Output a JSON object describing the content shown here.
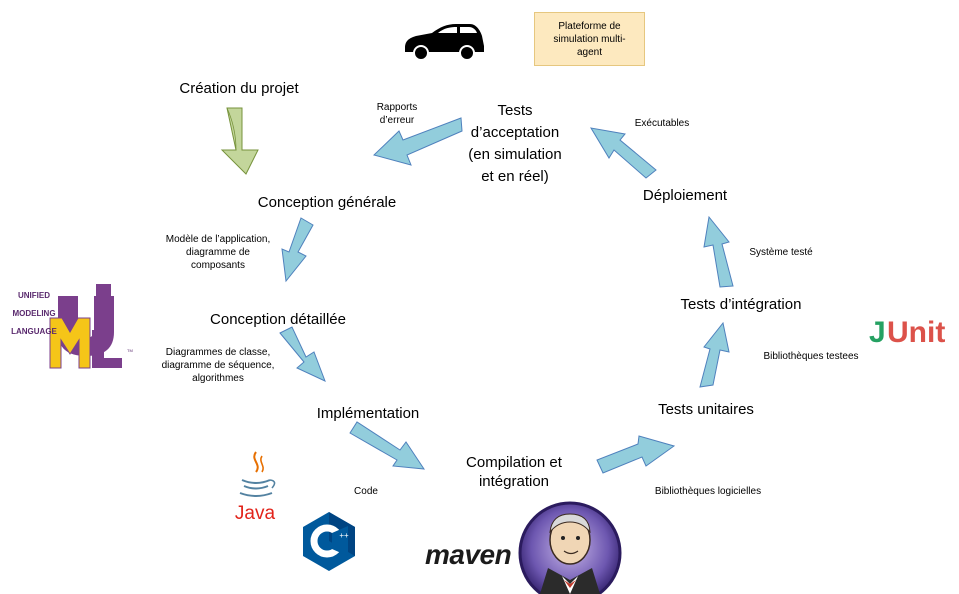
{
  "note": {
    "line1": "Plateforme de",
    "line2": "simulation multi-",
    "line3": "agent"
  },
  "stages": {
    "creation": "Création du projet",
    "conception_generale": "Conception générale",
    "conception_detaillee": "Conception détaillée",
    "implementation": "Implémentation",
    "compilation": [
      "Compilation et",
      "intégration"
    ],
    "tests_unitaires": "Tests unitaires",
    "tests_integration": "Tests d’intégration",
    "deploiement": "Déploiement",
    "tests_acceptation": [
      "Tests",
      "d’acceptation",
      "(en simulation",
      "et en réel)"
    ]
  },
  "labels": {
    "rapports": [
      "Rapports",
      "d’erreur"
    ],
    "executables": "Exécutables",
    "modele": [
      "Modèle de l’application,",
      "diagramme de",
      "composants"
    ],
    "diagrammes": [
      "Diagrammes de classe,",
      "diagramme de séquence,",
      "algorithmes"
    ],
    "systeme_teste": "Système testé",
    "bibliotheques_testees": "Bibliothèques testees",
    "code": "Code",
    "bibliotheques_logicielles": "Bibliothèques logicielles"
  },
  "logos": {
    "uml": [
      "UNIFIED",
      "MODELING",
      "LANGUAGE"
    ],
    "uml_tm": "TM",
    "java": "Java",
    "junit": [
      "J",
      "Unit"
    ],
    "maven": "maven",
    "cpp": "++"
  },
  "colors": {
    "arrow_fill": "#92cddc",
    "arrow_stroke": "#4f81bd",
    "start_arrow_fill": "#c3d69b",
    "start_arrow_stroke": "#77933c",
    "uml_purple": "#7b3f8c",
    "uml_yellow": "#f5c518",
    "java_red": "#e76f00",
    "java_blue": "#5382a1",
    "junit_green": "#25a162",
    "junit_red": "#dc524a",
    "maven_orange": "#f29b1d",
    "cpp_blue": "#00599c"
  }
}
